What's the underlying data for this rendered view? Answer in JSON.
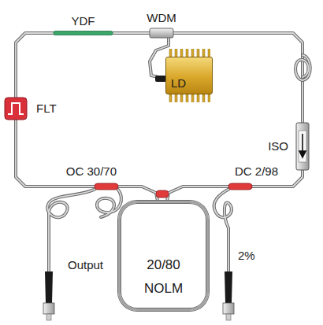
{
  "diagram": {
    "nodes": [
      {
        "text": [
          "YDF"
        ]
      },
      {
        "text": [
          "WDM"
        ]
      },
      {
        "text": [
          "LD"
        ]
      },
      {
        "text": [
          "FLT"
        ]
      },
      {
        "text": [
          "ISO"
        ]
      },
      {
        "text": [
          "OC 30/70"
        ]
      },
      {
        "text": [
          "DC 2/98"
        ]
      },
      {
        "text": [
          "20/80 NOLM"
        ]
      }
    ],
    "edges": [
      {
        "from": 0,
        "to": 1,
        "arrow": "none"
      },
      {
        "from": 1,
        "to": 2,
        "arrow": "none"
      },
      {
        "from": 1,
        "to": 4,
        "arrow": "none"
      },
      {
        "from": 4,
        "to": 6,
        "arrow": "none"
      },
      {
        "from": 6,
        "to": 7,
        "arrow": "none"
      },
      {
        "from": 7,
        "to": 5,
        "arrow": "none"
      },
      {
        "from": 5,
        "to": 3,
        "arrow": "none"
      },
      {
        "from": 3,
        "to": 0,
        "arrow": "none"
      }
    ],
    "labels": [
      "Output",
      "2%"
    ]
  }
}
